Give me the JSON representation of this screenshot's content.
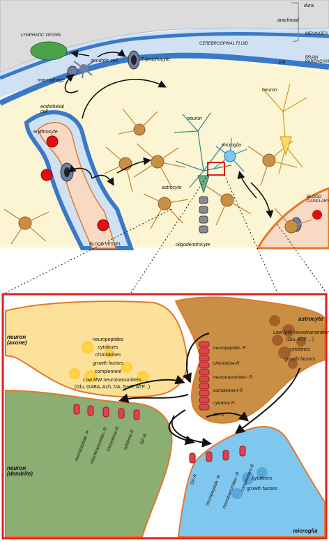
{
  "top": {
    "dura": "dura",
    "arachnoid": "arachnoid",
    "pia": "pia",
    "meninges": "MENINGES",
    "brain_parenchyma": "BRAIN PARENCHYMA",
    "cerebrospinal_fluid": "CEREBROSPINAL FLUID",
    "lymphatic_vessel": "LYMPHATIC VESSEL",
    "dendritic_cell": "dendritic cell",
    "t_lymphocyte": "T lymphocyte",
    "macrophage": "macrophage",
    "endothelial_cell": "endothelial cell",
    "erythrocyte": "erythrocyte",
    "neuron_top": "neuron",
    "neuron_mid": "neuron",
    "microglia": "microglia",
    "astrocyte": "astrocyte",
    "oligodendrocyte": "oligodendrocyte",
    "blood_vessel": "BLOOD VESSEL",
    "blood_capillary": "BLOOD CAPILLARY"
  },
  "bottom": {
    "neuron_axone": "neuron (axone)",
    "astrocyte": "astrocyte",
    "neuron_dendrite": "neuron (dendrite)",
    "microglia": "microglia",
    "axone_molecules": [
      "neuropeptides",
      "cytokines",
      "chimiokines",
      "growth factors",
      "complement",
      "Low MW neurotransmitters",
      "(Glu, GABA, Ach, DA, 5-HT, ATP...)"
    ],
    "astro_molecules": [
      "Low MW neurotransmitters",
      "(Glu, ATP ...)",
      "cytokines",
      "growth factors"
    ],
    "astro_receptors": [
      "neuropeptide- R",
      "chimiokine-R",
      "neurotransmitter- R",
      "complement-R",
      "cytokine R",
      "GF-R"
    ],
    "dendrite_receptors": [
      "neuropeptide- R",
      "neurotransmitter- R",
      "chimiokine-R",
      "cytokine-R",
      "GF-R"
    ],
    "microglia_receptors": [
      "GF-R",
      "neuropeptide- R",
      "neurotransmitter- R",
      "complement-R"
    ],
    "microglia_molecules": [
      "cytokines",
      "growth factors"
    ]
  },
  "colors": {
    "csf_blue": "#3a79c8",
    "light_blue": "#cfe1f3",
    "parenchyma": "#fbf5d3",
    "astrocyte_brown": "#c98f45",
    "neuron_yellow": "#fbd869",
    "dendrite_green": "#8cae72",
    "microglia_blue": "#7fc7ef",
    "receptor_red": "#e0424b",
    "frame_red": "#e01e1e",
    "erythrocyte_red": "#e01010",
    "lymph_green": "#4aa24a"
  }
}
